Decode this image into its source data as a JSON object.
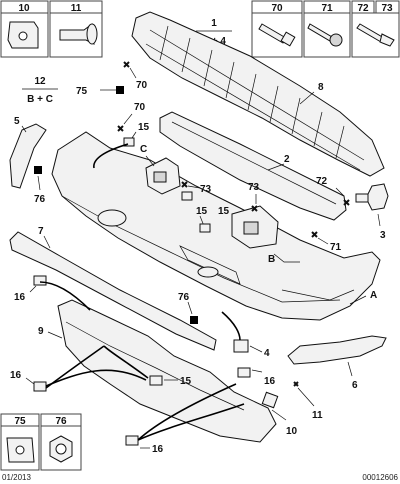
{
  "labels": {
    "l1": "1",
    "l_a4": "A + 4",
    "l2": "2",
    "l3": "3",
    "l4": "4",
    "l5": "5",
    "l6": "6",
    "l7": "7",
    "l8": "8",
    "l9": "9",
    "l10": "10",
    "l10b": "10",
    "l11": "11",
    "l11b": "11",
    "l12": "12",
    "l_bc": "B + C",
    "l15a": "15",
    "l15b": "15",
    "l15c": "15",
    "l15d": "15",
    "l16a": "16",
    "l16b": "16",
    "l16c": "16",
    "l16d": "16",
    "l70a": "70",
    "l70b": "70",
    "l70c": "70",
    "l71a": "71",
    "l71b": "71",
    "l72a": "72",
    "l72b": "72",
    "l73a": "73",
    "l73b": "73",
    "l73c": "73",
    "l75a": "75",
    "l75b": "75",
    "l76a": "76",
    "l76b": "76",
    "l76c": "76",
    "lA": "A",
    "lB": "B",
    "lC": "C"
  },
  "footer": {
    "date": "01/2013",
    "ref": "00012606"
  },
  "colors": {
    "ink": "#111111",
    "part_fill": "#f2f2f2",
    "box_border": "#444444"
  }
}
